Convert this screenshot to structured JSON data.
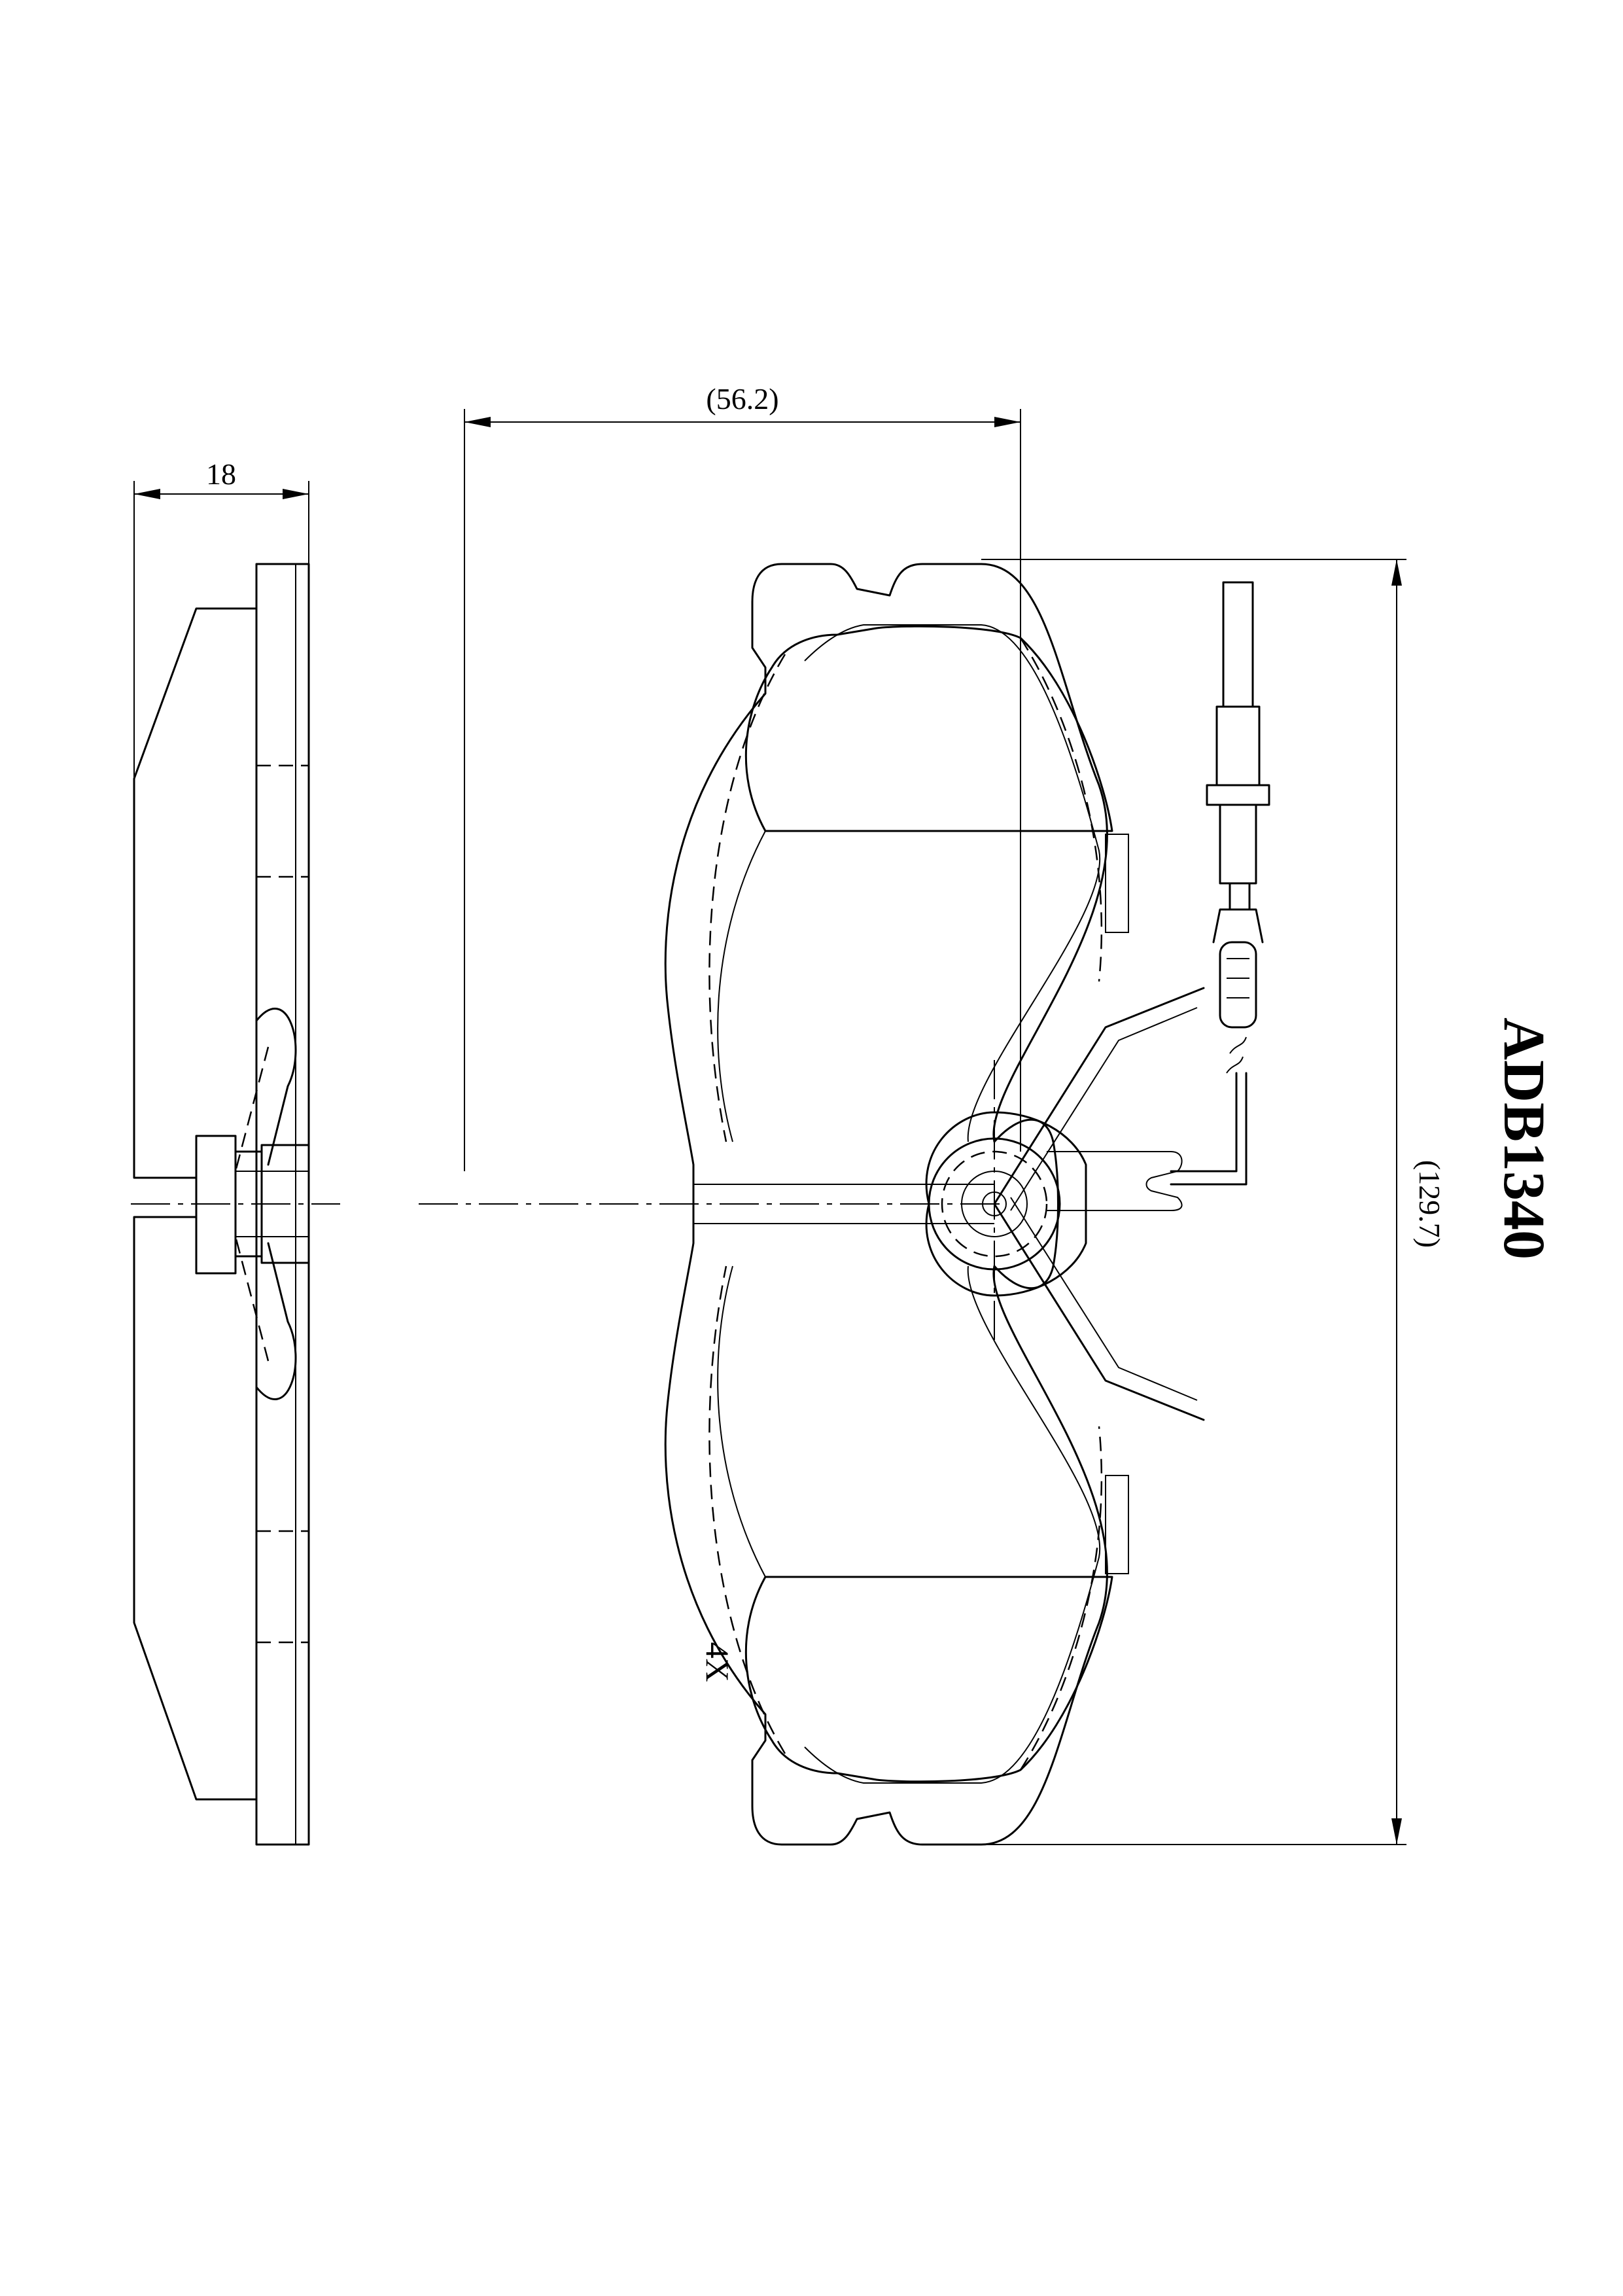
{
  "drawing": {
    "part_number": "ADB1340",
    "dimensions": {
      "thickness": "18",
      "width": "(56.2)",
      "height": "(129.7)"
    },
    "quantity": "4X"
  }
}
